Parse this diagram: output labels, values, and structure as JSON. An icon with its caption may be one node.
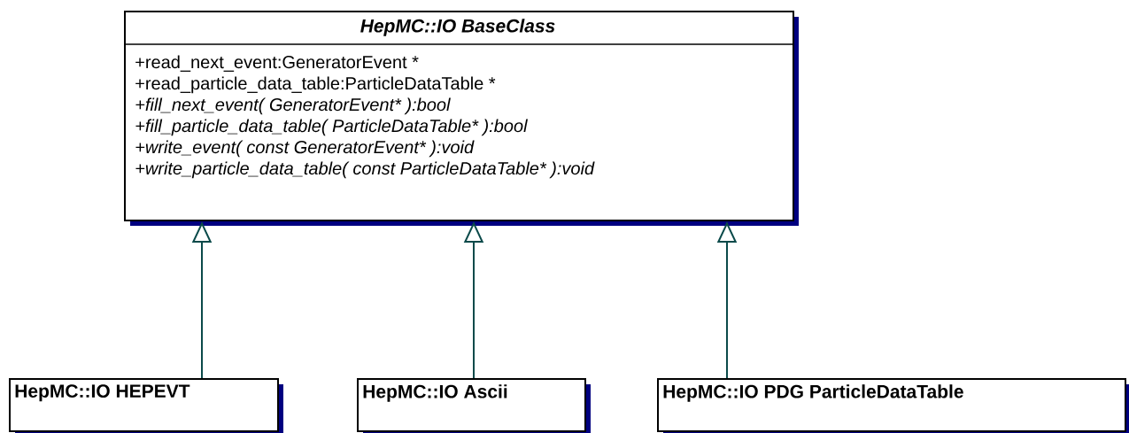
{
  "diagram": {
    "nodes": [
      {
        "text": [
          "HepMC::IO BaseClass",
          "+read_next_event:GeneratorEvent *",
          "+read_particle_data_table:ParticleDataTable *",
          "+fill_next_event( GeneratorEvent* ):bool",
          "+fill_particle_data_table( ParticleDataTable* ):bool",
          "+write_event( const GeneratorEvent* ):void",
          "+write_particle_data_table( const ParticleDataTable* ):void"
        ]
      },
      {
        "text": [
          "HepMC::IO HEPEVT"
        ]
      },
      {
        "text": [
          "HepMC::IO Ascii"
        ]
      },
      {
        "text": [
          "HepMC::IO PDG ParticleDataTable"
        ]
      }
    ],
    "edges": [
      {
        "from": 1,
        "to": 0,
        "arrow": "to"
      },
      {
        "from": 2,
        "to": 0,
        "arrow": "to"
      },
      {
        "from": 3,
        "to": 0,
        "arrow": "to"
      }
    ]
  }
}
